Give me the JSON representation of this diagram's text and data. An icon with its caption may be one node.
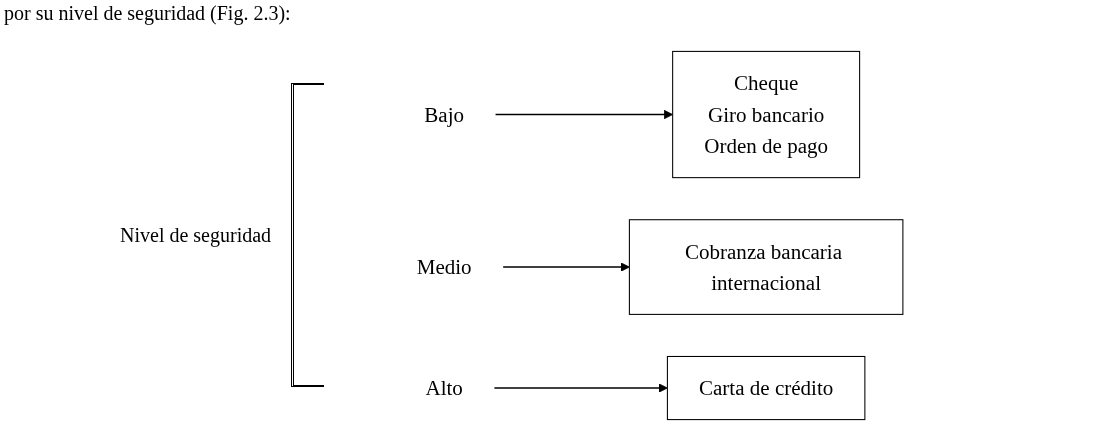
{
  "diagram": {
    "nodes": [
      {
        "text": [
          "Cheque",
          "Giro bancario",
          "Orden de pago"
        ]
      },
      {
        "text": [
          "Bajo"
        ]
      },
      {
        "text": [
          "Medio"
        ]
      },
      {
        "text": [
          "Cobranza bancaria internacional"
        ]
      },
      {
        "text": [
          "Alto"
        ]
      },
      {
        "text": [
          "Carta de crédito"
        ]
      }
    ],
    "edges": [
      {
        "from": 1,
        "to": 0,
        "arrow": "to"
      },
      {
        "from": 2,
        "to": 3,
        "arrow": "to"
      },
      {
        "from": 4,
        "to": 5,
        "arrow": "to"
      }
    ],
    "labels": [
      "por su nivel de seguridad (Fig. 2.3):",
      "Nivel de seguridad"
    ]
  }
}
